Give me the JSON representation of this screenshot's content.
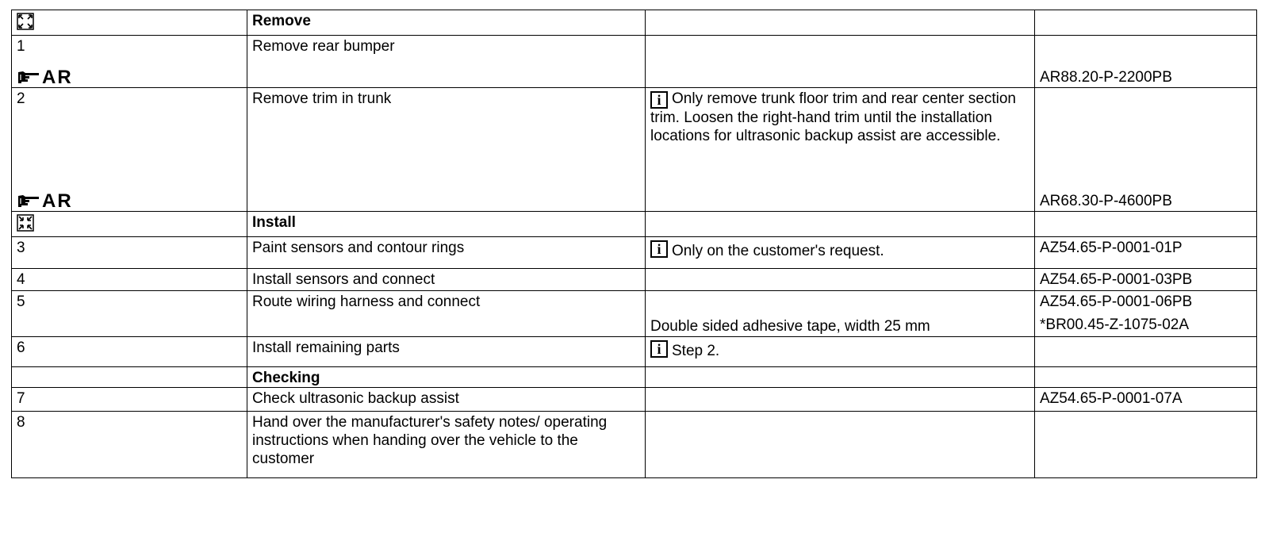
{
  "rows": [
    {
      "c1": "",
      "c2": "Remove",
      "c3": "",
      "c4": ""
    },
    {
      "c1": "1",
      "c1_ref": "AR",
      "c2": "Remove rear bumper",
      "c3": "",
      "c4": "AR88.20-P-2200PB"
    },
    {
      "c1": "2",
      "c1_ref": "AR",
      "c2": "Remove trim in trunk",
      "c3": "Only remove trunk floor trim and rear center section trim. Loosen the right-hand trim until the installation locations for ultrasonic backup assist are accessible.",
      "c4": "AR68.30-P-4600PB"
    },
    {
      "c1": "",
      "c2": "Install",
      "c3": "",
      "c4": ""
    },
    {
      "c1": "3",
      "c2": "Paint sensors and contour rings",
      "c3": "Only on the customer's request.",
      "c4": "AZ54.65-P-0001-01P"
    },
    {
      "c1": "4",
      "c2": "Install sensors and connect",
      "c3": "",
      "c4": "AZ54.65-P-0001-03PB"
    },
    {
      "c1": "5",
      "c2": "Route wiring harness and connect",
      "c3": "Double sided adhesive tape, width 25 mm",
      "c4": "AZ54.65-P-0001-06PB",
      "c4b": "*BR00.45-Z-1075-02A"
    },
    {
      "c1": "6",
      "c2": "Install remaining parts",
      "c3": "Step 2.",
      "c4": ""
    },
    {
      "c1": "",
      "c2": "Checking",
      "c3": "",
      "c4": ""
    },
    {
      "c1": "7",
      "c2": "Check ultrasonic backup assist",
      "c3": "",
      "c4": "AZ54.65-P-0001-07A"
    },
    {
      "c1": "8",
      "c2": "Hand over the manufacturer's safety notes/ operating instructions when handing over the vehicle to the customer",
      "c3": "",
      "c4": ""
    }
  ],
  "icons": {
    "remove": "expand-arrows-icon",
    "install": "collapse-arrows-icon",
    "reference": "pointing-hand-icon",
    "info": "info-icon",
    "info_glyph": "i"
  }
}
